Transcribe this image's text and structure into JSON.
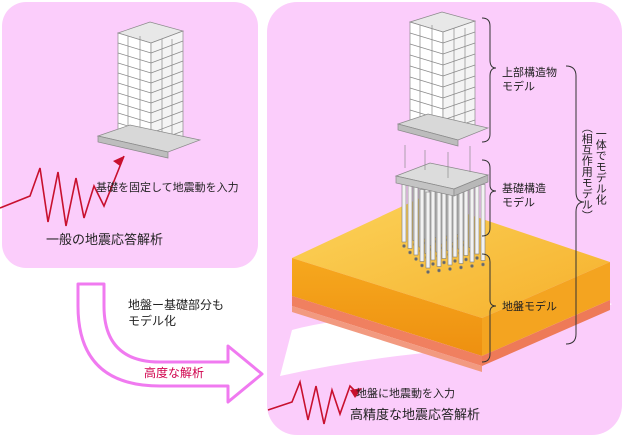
{
  "left_panel": {
    "input_label": "基礎を固定して地震動を入力",
    "caption": "一般の地震応答解析"
  },
  "transition": {
    "note_line1": "地盤ー基礎部分も",
    "note_line2": "モデル化",
    "arrow_label": "高度な解析"
  },
  "right_panel": {
    "superstructure_line1": "上部構造物",
    "superstructure_line2": "モデル",
    "foundation_line1": "基礎構造",
    "foundation_line2": "モデル",
    "ground_label": "地盤モデル",
    "integrated_line1": "一体でモデル化",
    "integrated_line2": "（相互作用モデル）",
    "input_label": "地盤に地震動を入力",
    "caption": "高精度な地震応答解析"
  },
  "colors": {
    "panel_pink": "#fbcdfb",
    "arrow_pink": "#f07af0",
    "seismic_red": "#c8102e",
    "soil_top": "#f8c040",
    "soil_mid": "#f5a623",
    "soil_bottom": "#f08060"
  }
}
